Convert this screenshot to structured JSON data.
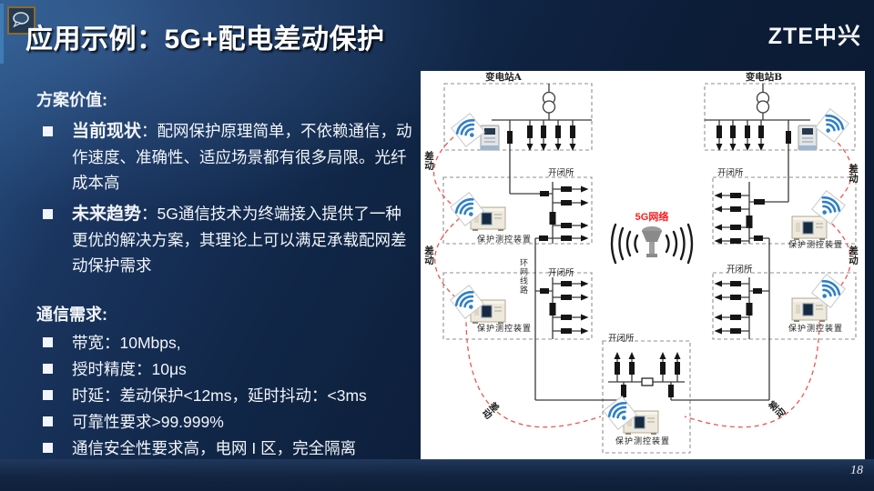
{
  "header": {
    "title": "应用示例：5G+配电差动保护",
    "logo": "ZTE中兴"
  },
  "sections": {
    "value": {
      "heading": "方案价值:",
      "bullets": [
        {
          "lead": "当前现状",
          "body": "：配网保护原理简单，不依赖通信，动作速度、准确性、适应场景都有很多局限。光纤成本高"
        },
        {
          "lead": "未来趋势",
          "body": "：5G通信技术为终端接入提供了一种更优的解决方案，其理论上可以满足承载配网差动保护需求"
        }
      ]
    },
    "comm": {
      "heading": "通信需求:",
      "bullets": [
        "带宽：10Mbps,",
        "授时精度：10μs",
        "时延：差动保护<12ms，延时抖动：<3ms",
        "可靠性要求>99.999%",
        "通信安全性要求高，电网 I 区，完全隔离"
      ]
    }
  },
  "diagram": {
    "substation_a": "变电站A",
    "substation_b": "变电站B",
    "switching_station": "开闭所",
    "protection_device": "保护测控装置",
    "differential": "差动",
    "ring_line": "环网线路",
    "network": {
      "label": "5G网络",
      "color": "#ff1a1a"
    }
  },
  "footer": {
    "page": "18"
  }
}
